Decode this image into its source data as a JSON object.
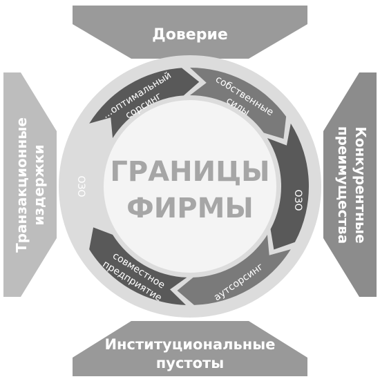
{
  "colors": {
    "side_top": "#9a9a9a",
    "side_right": "#8c8c8c",
    "side_bottom": "#999999",
    "side_left": "#bdbdbd",
    "ring": "#dcdcdc",
    "segment_dark": "#595959",
    "segment_mid": "#7a7a7a",
    "center": "#f4f4f4",
    "center_text": "#a6a6a6",
    "label": "#ffffff"
  },
  "sides": {
    "top": "Доверие",
    "right_line1": "Конкурентные",
    "right_line2": "преимущества",
    "bottom_line1": "Институциональные",
    "bottom_line2": "пустоты",
    "left_line1": "Транзакционные",
    "left_line2": "издержки"
  },
  "center": {
    "line1": "ГРАНИЦЫ",
    "line2": "ФИРМЫ"
  },
  "segments": {
    "own_line1": "собственные",
    "own_line2": "силы",
    "ozo_right": "ОЗО",
    "outsourcing": "аутсорсинг",
    "joint_line1": "совместное",
    "joint_line2": "предприятие",
    "ozo_left": "ОЗО",
    "optimal_line1": "...оптимальный",
    "optimal_line2": "сорсинг"
  }
}
